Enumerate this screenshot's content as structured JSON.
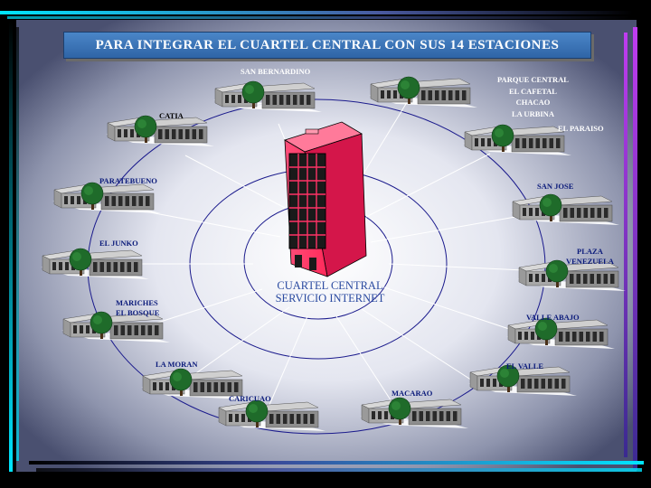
{
  "title": "PARA INTEGRAR EL CUARTEL CENTRAL  CON  SUS  14 ESTACIONES",
  "center": {
    "line1": "CUARTEL CENTRAL",
    "line2": "SERVICIO INTERNET"
  },
  "stations": {
    "san_bernardino": "SAN BERNARDINO",
    "parque_central": [
      "PARQUE CENTRAL",
      "EL CAFETAL",
      "CHACAO",
      "LA URBINA"
    ],
    "catia": "CATIA",
    "el_paraiso": "EL PARAISO",
    "paratebueno": "PARATEBUENO",
    "san_jose": "SAN JOSE",
    "el_junko": "EL JUNKO",
    "plaza_venezuela": [
      "PLAZA",
      "VENEZUELA"
    ],
    "mariches": [
      "MARICHES",
      "EL BOSQUE"
    ],
    "valle_abajo": "VALLE ABAJO",
    "la_moran": "LA MORAN",
    "el_valle": "EL VALLE",
    "caricuao": "CARICUAO",
    "macarao": "MACARAO"
  },
  "colors": {
    "banner": "#3a72b8",
    "building": "#ff3366",
    "ring": "#1a1a8c",
    "label_navy": "#0a1a7a",
    "center_text": "#2a4aa0"
  }
}
